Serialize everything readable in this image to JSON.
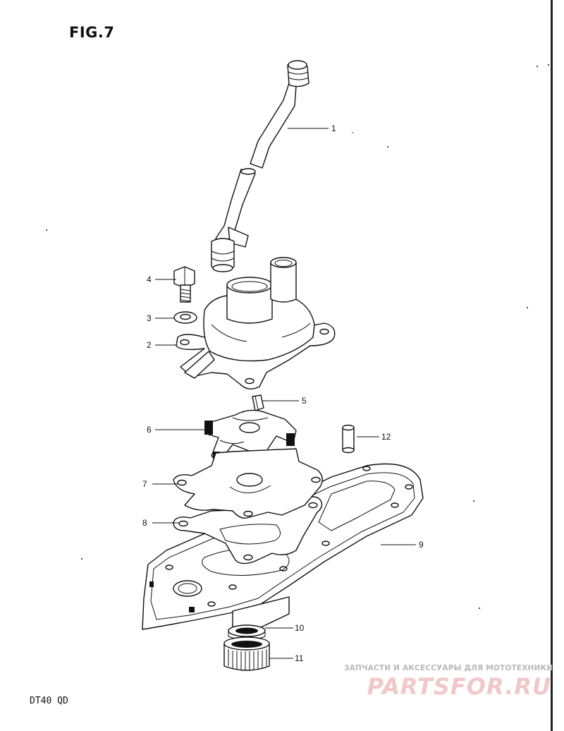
{
  "figure_title": "FIG.7",
  "model_label": "DT40  QD",
  "watermark": {
    "line1": "ЗАПЧАСТИ И АКСЕССУАРЫ ДЛЯ МОТОТЕХНИКИ",
    "line2": "PARTSFOR.RU"
  },
  "callouts": {
    "c1": "1",
    "c2": "2",
    "c3": "3",
    "c4": "4",
    "c5": "5",
    "c6": "6",
    "c7": "7",
    "c8": "8",
    "c9": "9",
    "c10": "10",
    "c11": "11",
    "c12": "12"
  }
}
